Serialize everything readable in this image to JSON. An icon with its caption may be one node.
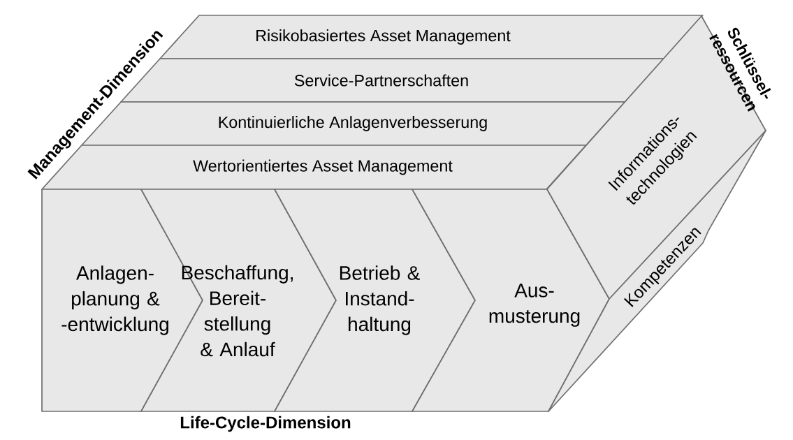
{
  "diagram": {
    "nodes": [
      {
        "text": [
          "Risikobasiertes Asset Management"
        ]
      },
      {
        "text": [
          "Service-Partnerschaften"
        ]
      },
      {
        "text": [
          "Kontinuierliche Anlagenverbesserung"
        ]
      },
      {
        "text": [
          "Wertorientiertes Asset Management"
        ]
      },
      {
        "text": [
          "Anlagen- planung & -entwicklung"
        ]
      },
      {
        "text": [
          "Beschaffung, Bereit- stellung & Anlauf"
        ]
      },
      {
        "text": [
          "Betrieb & Instand- haltung"
        ]
      },
      {
        "text": [
          "Aus- musterung"
        ]
      },
      {
        "text": [
          "Informations- technologien"
        ]
      },
      {
        "text": [
          "Kompetenzen"
        ]
      }
    ],
    "edges": [],
    "labels": [
      "Management-Dimension",
      "Schlüssel- ressourcen",
      "Life-Cycle-Dimension"
    ]
  }
}
